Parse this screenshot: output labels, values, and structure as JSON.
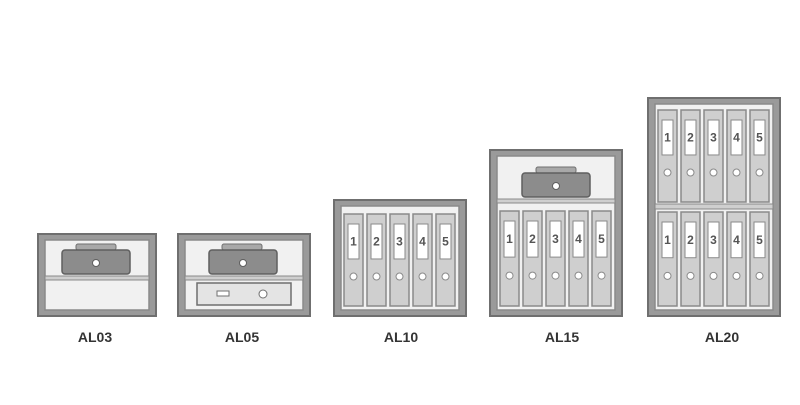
{
  "colors": {
    "frame": "#767676",
    "frame_light": "#a5a5a5",
    "inner": "#f1f1f1",
    "shelf": "#dddddd",
    "binder": "#cfcfcf",
    "binder_edge": "#8a8a8a",
    "cashbox": "#8c8c8c",
    "cashbox_top": "#a8a8a8"
  },
  "binder_numbers": [
    "1",
    "2",
    "3",
    "4",
    "5"
  ],
  "models": [
    {
      "label": "AL03",
      "contents": "cashbox + empty shelf"
    },
    {
      "label": "AL05",
      "contents": "cashbox + drawer"
    },
    {
      "label": "AL10",
      "contents": "5 binders"
    },
    {
      "label": "AL15",
      "contents": "cashbox + 5 binders"
    },
    {
      "label": "AL20",
      "contents": "10 binders"
    }
  ]
}
